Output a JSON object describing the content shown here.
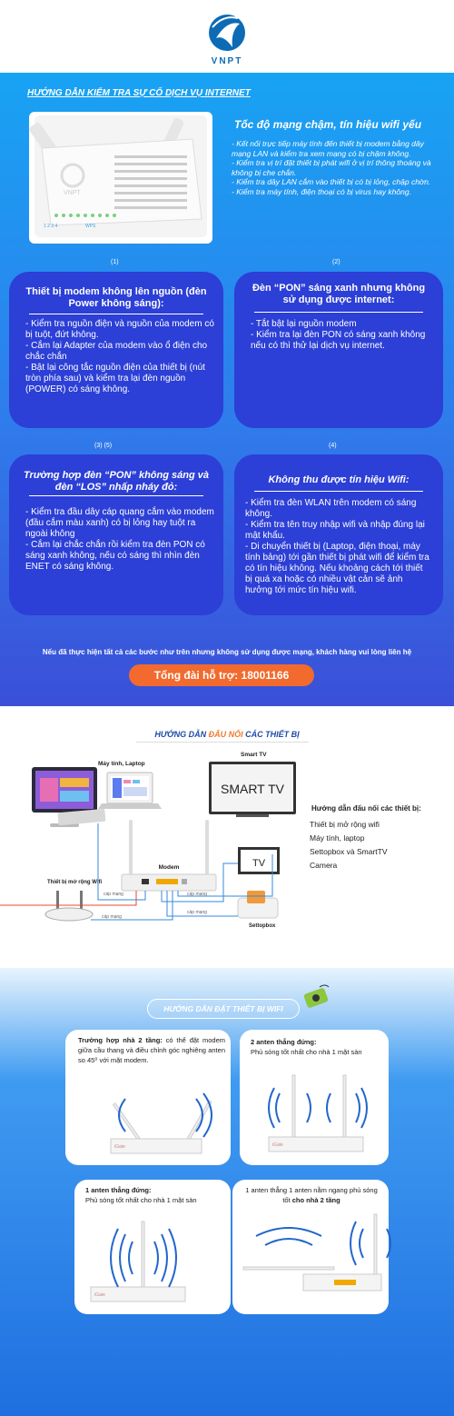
{
  "header": {
    "brand": "VNPT"
  },
  "troubleshoot": {
    "title": "HƯỚNG DẪN KIỂM TRA SỰ CỐ DỊCH VỤ INTERNET",
    "modem_labels": {
      "brand": "VNPT",
      "ports": "1 2 3 4",
      "wps": "WPS"
    },
    "slow": {
      "title": "Tốc độ mạng chậm, tín hiệu wifi yếu",
      "items": [
        "- Kết nối trực tiếp máy tính đến thiết bị modem bằng dây mạng LAN và kiểm tra xem mạng có bị chậm không.",
        "- Kiểm tra vị trí đặt thiết bị phát wifi ở vị trí thông thoáng và không bị che chắn.",
        "- Kiểm tra dây LAN cắm vào thiết bị có bị lỏng, chập chờn.",
        "- Kiểm tra máy tính, điện thoại có bị virus hay không."
      ]
    },
    "numbers": {
      "n1": "(1)",
      "n2": "(2)",
      "n3": "(3)  (5)",
      "n4": "(4)"
    },
    "box1": {
      "title": "Thiết bị modem không lên nguồn (đèn Power không sáng):",
      "items": [
        "- Kiểm tra nguồn điện và nguồn của modem có bị tuột, đứt không.",
        "- Cắm lại Adapter của modem vào ổ điện cho chắc chắn",
        "- Bật lại công tắc nguồn điện của thiết bị (nút tròn phía sau) và kiểm tra lại đèn nguồn (POWER) có sáng không."
      ]
    },
    "box2": {
      "title": "Đèn “PON” sáng xanh nhưng không sử dụng được internet:",
      "items": [
        "- Tắt bật lại nguồn modem",
        "- Kiểm tra lại đèn PON có sáng xanh không nếu có thì thử lại dịch vụ internet."
      ]
    },
    "box3": {
      "title": "Trường hợp đèn “PON” không sáng và đèn “LOS” nhấp nháy đỏ:",
      "items": [
        "- Kiểm tra đầu dây cáp quang cắm vào modem (đầu cắm màu xanh) có bị lỏng hay tuột ra ngoài không",
        "- Cắm lại chắc chắn rồi kiểm tra đèn PON có sáng xanh không, nếu có sáng thì nhìn đèn ENET có sáng không."
      ]
    },
    "box4": {
      "title": "Không thu được tín hiệu Wifi:",
      "items": [
        "- Kiểm tra đèn WLAN trên modem có sáng không.",
        "- Kiểm tra tên truy nhập wifi và nhập đúng lại mật khẩu.",
        "- Di chuyển thiết bị (Laptop, điện thoại, máy tính bảng) tới gần thiết bị phát wifi để kiểm tra có tín hiệu không. Nếu khoảng cách tới thiết bị quá xa hoặc có nhiều vật cản sẽ ảnh hưởng tới mức tín hiệu wifi."
      ]
    },
    "note": "Nếu đã thực hiện tất cả các bước như trên nhưng không sử dụng được mạng, khách hàng vui lòng liên hệ",
    "hotline": "Tổng đài hỗ trợ: 18001166"
  },
  "connect": {
    "title_part1": "HƯỚNG DẪN ",
    "title_part2": "ĐẤU NỐI",
    "title_part3": " CÁC THIẾT BỊ",
    "labels": {
      "computer": "Máy tính, Laptop",
      "smarttv": "Smart TV",
      "smarttv_screen": "SMART TV",
      "tv": "TV",
      "modem": "Modem",
      "extender": "Thiết bị mở rộng Wifi",
      "settopbox": "Settopbox",
      "cable1": "cáp mạng",
      "cable2": "cáp mạng",
      "cable3": "cáp mạng",
      "cable4": "cáp mạng"
    },
    "side_title": "Hướng dẫn đấu nối các thiết bị:",
    "side_items": [
      "Thiết bị mở rộng wifi",
      "Máy tính, laptop",
      "Settopbox và SmartTV",
      "Camera"
    ]
  },
  "placement": {
    "title": "HƯỚNG DẪN ĐẶT THIẾT BỊ WIFI",
    "card1": {
      "bold": "Trường hợp nhà 2 tầng:",
      "text": " có thể đặt modem giữa cầu thang và điều chỉnh góc nghiêng anten so 45⁰ với mặt modem."
    },
    "card2": {
      "bold": "2 anten thẳng đứng:",
      "text": "Phủ sóng tốt nhất cho nhà 1 mặt sàn"
    },
    "card3": {
      "bold": "1 anten thẳng đứng:",
      "text": "Phủ sóng tốt nhất cho nhà 1 mặt sàn"
    },
    "card4": {
      "text": "1 anten thẳng 1 anten nằm ngang phủ sóng tốt ",
      "bold": "cho nhà 2 tầng"
    },
    "router_brand": "iGate"
  },
  "colors": {
    "accent": "#f26a2e",
    "box": "#2c3fd6",
    "brand": "#0d6bb6"
  }
}
